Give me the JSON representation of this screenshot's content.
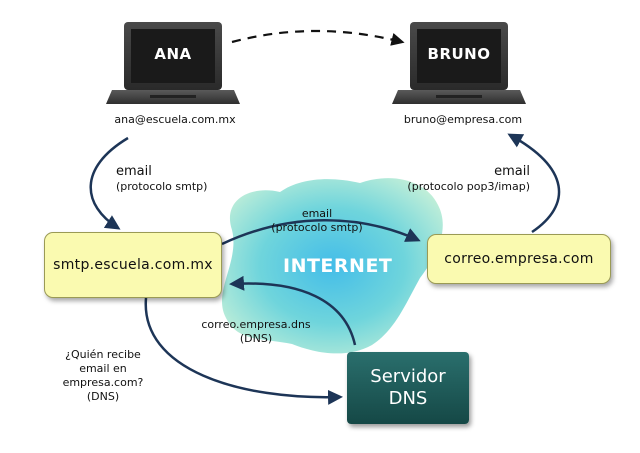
{
  "nodes": {
    "ana": {
      "name": "ANA",
      "email": "ana@escuela.com.mx"
    },
    "bruno": {
      "name": "BRUNO",
      "email": "bruno@empresa.com"
    },
    "smtp_server": "smtp.escuela.com.mx",
    "mail_server": "correo.empresa.com",
    "dns_server": [
      "Servidor",
      "DNS"
    ],
    "cloud": "INTERNET"
  },
  "labels": {
    "ana_to_smtp": [
      "email",
      "(protocolo smtp)"
    ],
    "smtp_to_mail": [
      "email",
      "(protocolo smtp)"
    ],
    "mail_to_bruno": [
      "email",
      "(protocolo pop3/imap)"
    ],
    "dns_reply": [
      "correo.empresa.dns",
      "(DNS)"
    ],
    "dns_query": [
      "¿Quién recibe",
      "email en",
      "empresa.com?",
      "(DNS)"
    ]
  },
  "colors": {
    "cloud": "#36c2d6",
    "server_box": "#fafab0",
    "dns_box": "#1f5e5c",
    "arrow": "#1d3557",
    "laptop": "#2a2a2a"
  }
}
